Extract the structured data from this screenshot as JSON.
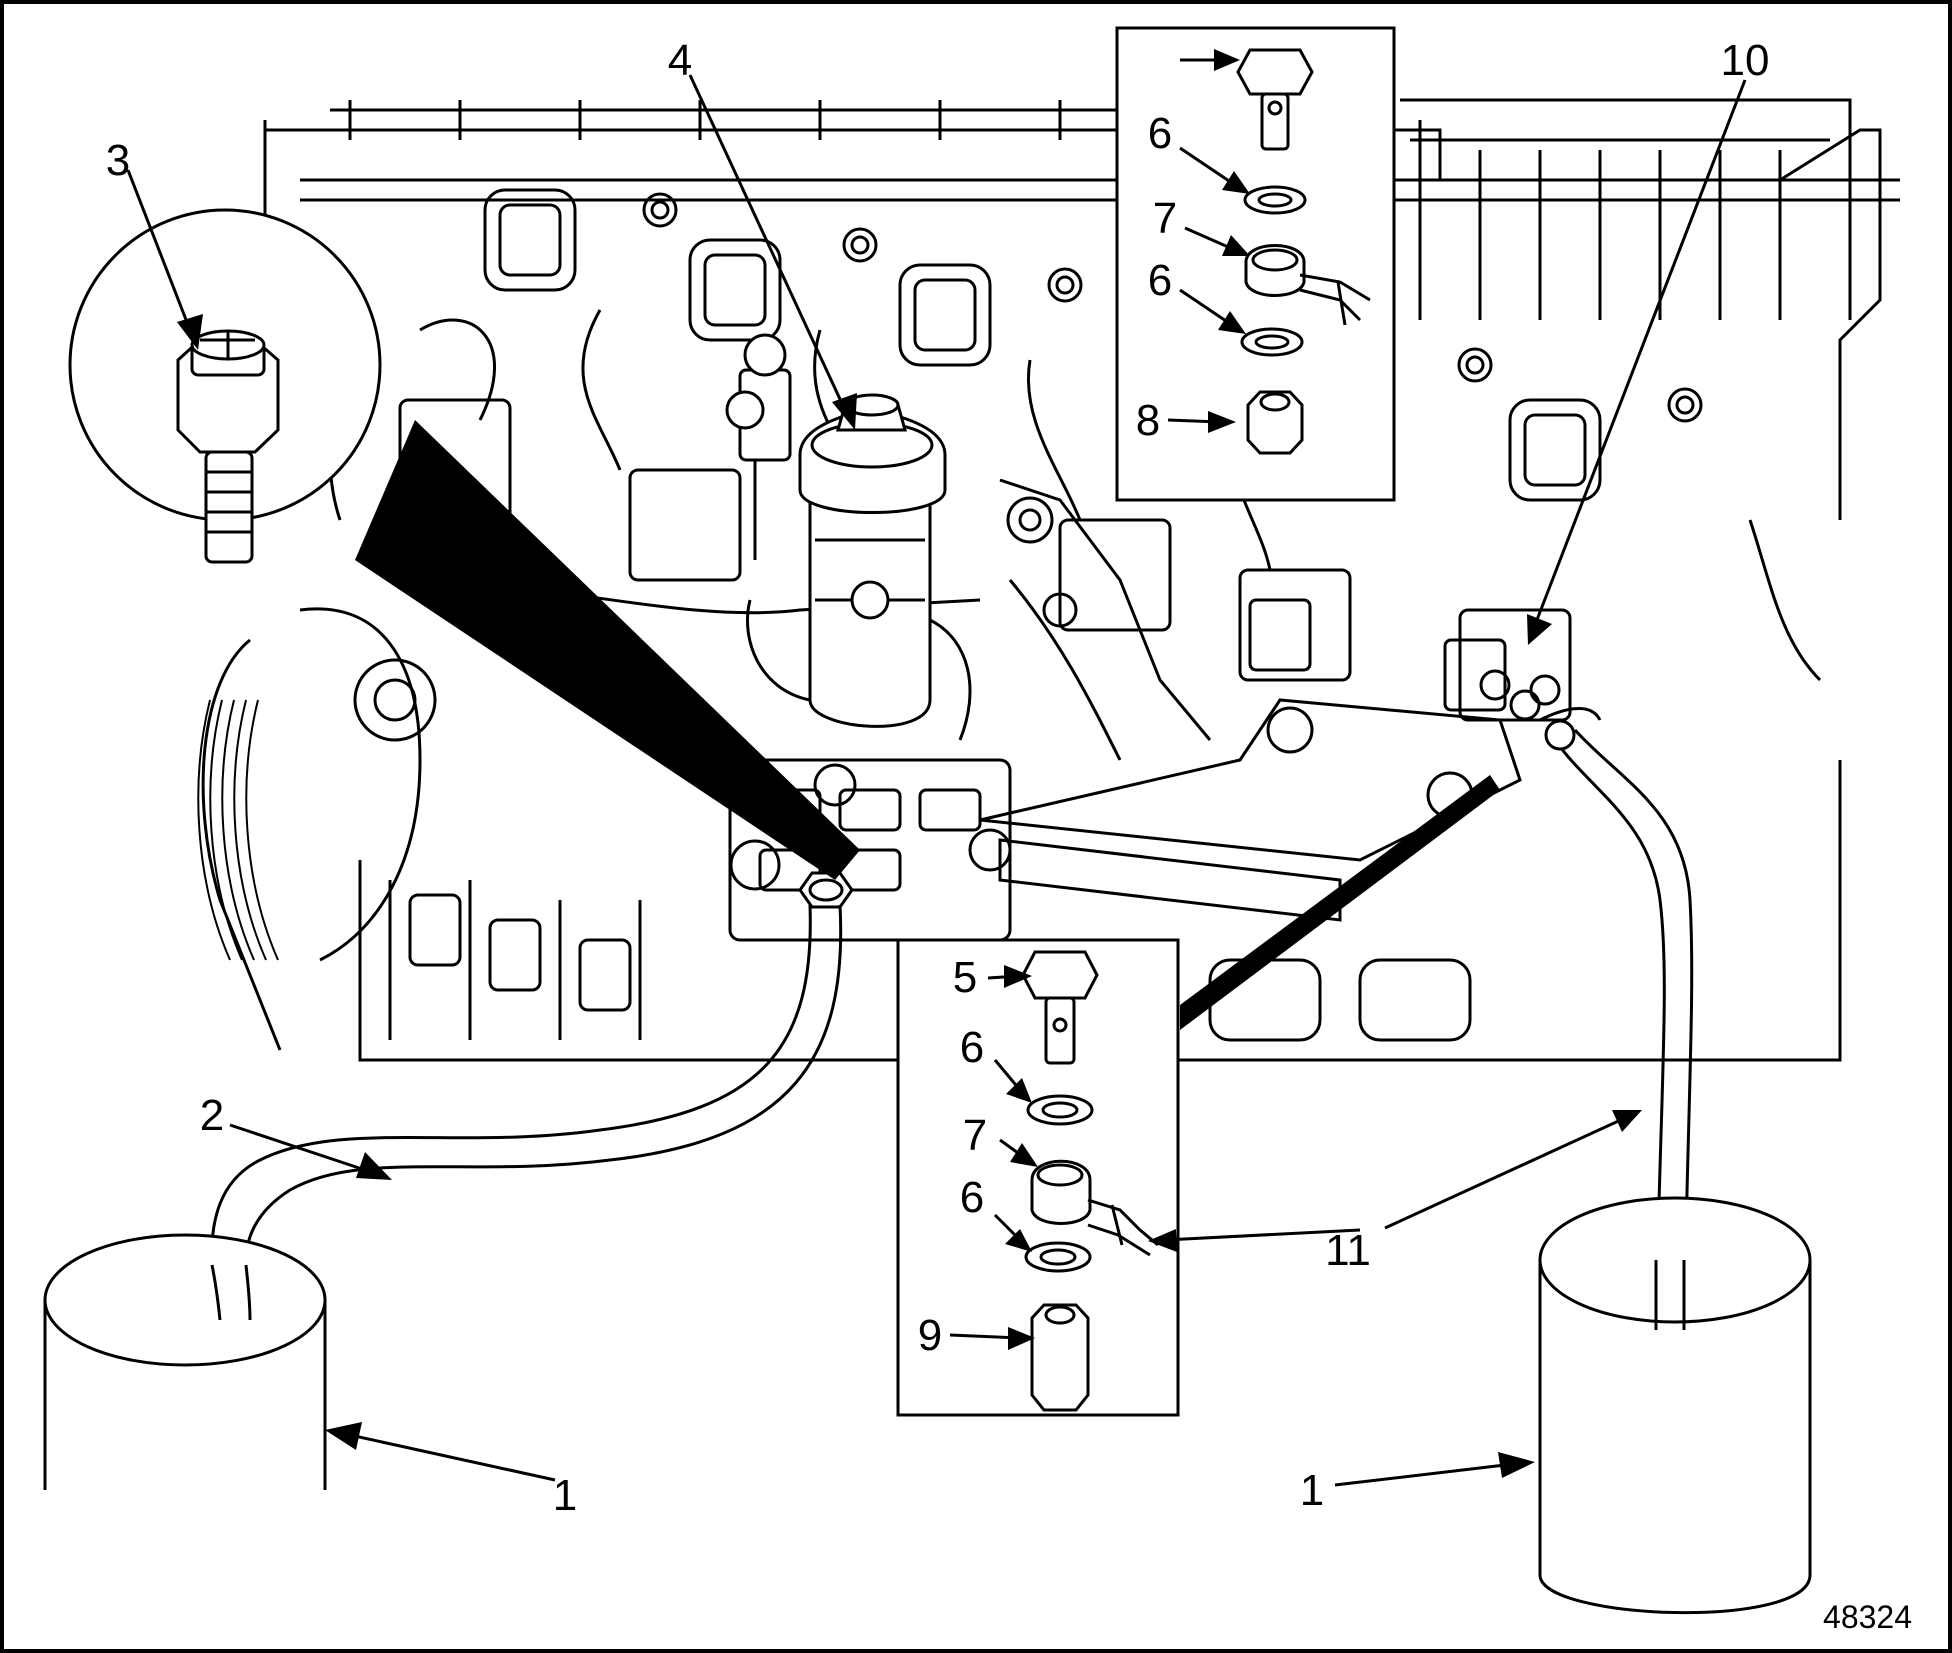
{
  "figure": {
    "figure_number": "48324",
    "callouts": [
      {
        "id": "callout-1-left",
        "text": "1"
      },
      {
        "id": "callout-1-right",
        "text": "1"
      },
      {
        "id": "callout-2",
        "text": "2"
      },
      {
        "id": "callout-3",
        "text": "3"
      },
      {
        "id": "callout-4",
        "text": "4"
      },
      {
        "id": "callout-5",
        "text": "5"
      },
      {
        "id": "callout-6-a",
        "text": "6"
      },
      {
        "id": "callout-6-b",
        "text": "6"
      },
      {
        "id": "callout-6-c",
        "text": "6"
      },
      {
        "id": "callout-6-d",
        "text": "6"
      },
      {
        "id": "callout-7-a",
        "text": "7"
      },
      {
        "id": "callout-7-b",
        "text": "7"
      },
      {
        "id": "callout-8",
        "text": "8"
      },
      {
        "id": "callout-9",
        "text": "9"
      },
      {
        "id": "callout-10",
        "text": "10"
      },
      {
        "id": "callout-11",
        "text": "11"
      }
    ]
  }
}
